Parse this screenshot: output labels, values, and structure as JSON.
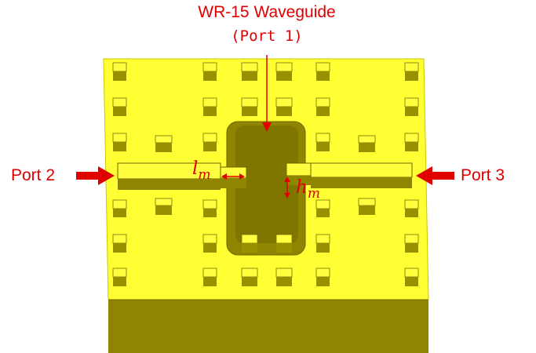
{
  "title": {
    "line1": "WR-15 Waveguide",
    "line2": "(Port 1)"
  },
  "ports": {
    "left": "Port 2",
    "right": "Port 3"
  },
  "dimensions": {
    "lm": {
      "base": "l",
      "sub": "m"
    },
    "hm": {
      "base": "h",
      "sub": "m"
    }
  },
  "colors": {
    "surface": "#ffff33",
    "surface_edge": "#c8c800",
    "wall": "#8f8500",
    "wall_dark": "#6f6600",
    "pin_top": "#ffff40",
    "pin_side": "#999000",
    "annotation": "#e00000"
  }
}
